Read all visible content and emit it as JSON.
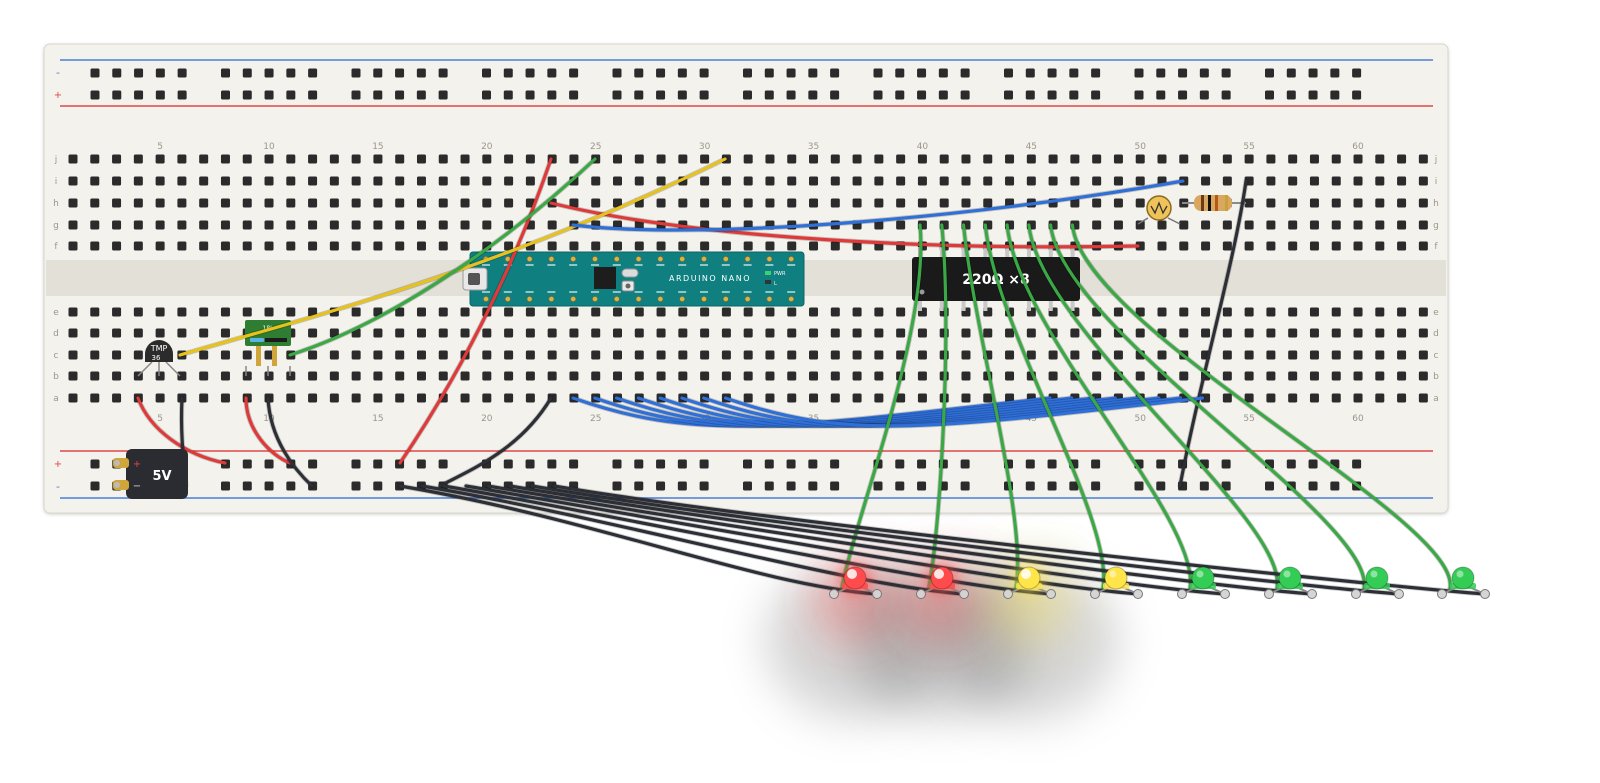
{
  "breadboard": {
    "rail_minus_label": "-",
    "rail_plus_label": "+",
    "column_numbers": [
      "5",
      "10",
      "15",
      "20",
      "25",
      "30",
      "35",
      "40",
      "45",
      "50",
      "55",
      "60"
    ],
    "row_letters_top": [
      "j",
      "i",
      "h",
      "g",
      "f"
    ],
    "row_letters_bottom": [
      "e",
      "d",
      "c",
      "b",
      "a"
    ]
  },
  "components": {
    "arduino_label": "ARDUINO NANO",
    "arduino_led_pwr": "PWR",
    "arduino_led_l": "L",
    "resistor_network_label": "220Ω ×8",
    "temp_sensor_label_1": "TMP",
    "temp_sensor_label_2": "36",
    "sensor_module_label": "18L",
    "power_supply_label": "5V",
    "power_plus": "+",
    "power_minus": "−"
  },
  "leds": [
    {
      "color": "#ff4b4b",
      "lit": true
    },
    {
      "color": "#ff4b4b",
      "lit": true
    },
    {
      "color": "#ffe44a",
      "lit": true
    },
    {
      "color": "#ffe44a",
      "lit": false
    },
    {
      "color": "#33cc55",
      "lit": false
    },
    {
      "color": "#33cc55",
      "lit": false
    },
    {
      "color": "#33cc55",
      "lit": false
    },
    {
      "color": "#33cc55",
      "lit": false
    }
  ],
  "colors": {
    "board": "#f4f2ec",
    "rail_red": "#e04848",
    "rail_blue": "#4a7fd6",
    "hole": "#2b2b2b",
    "wire_red": "#e0393a",
    "wire_green": "#3aa845",
    "wire_yellow": "#e8c21c",
    "wire_blue": "#2f6fd8",
    "wire_black": "#2c2f36",
    "arduino": "#0f7f80",
    "rnet": "#1a1a1a"
  }
}
